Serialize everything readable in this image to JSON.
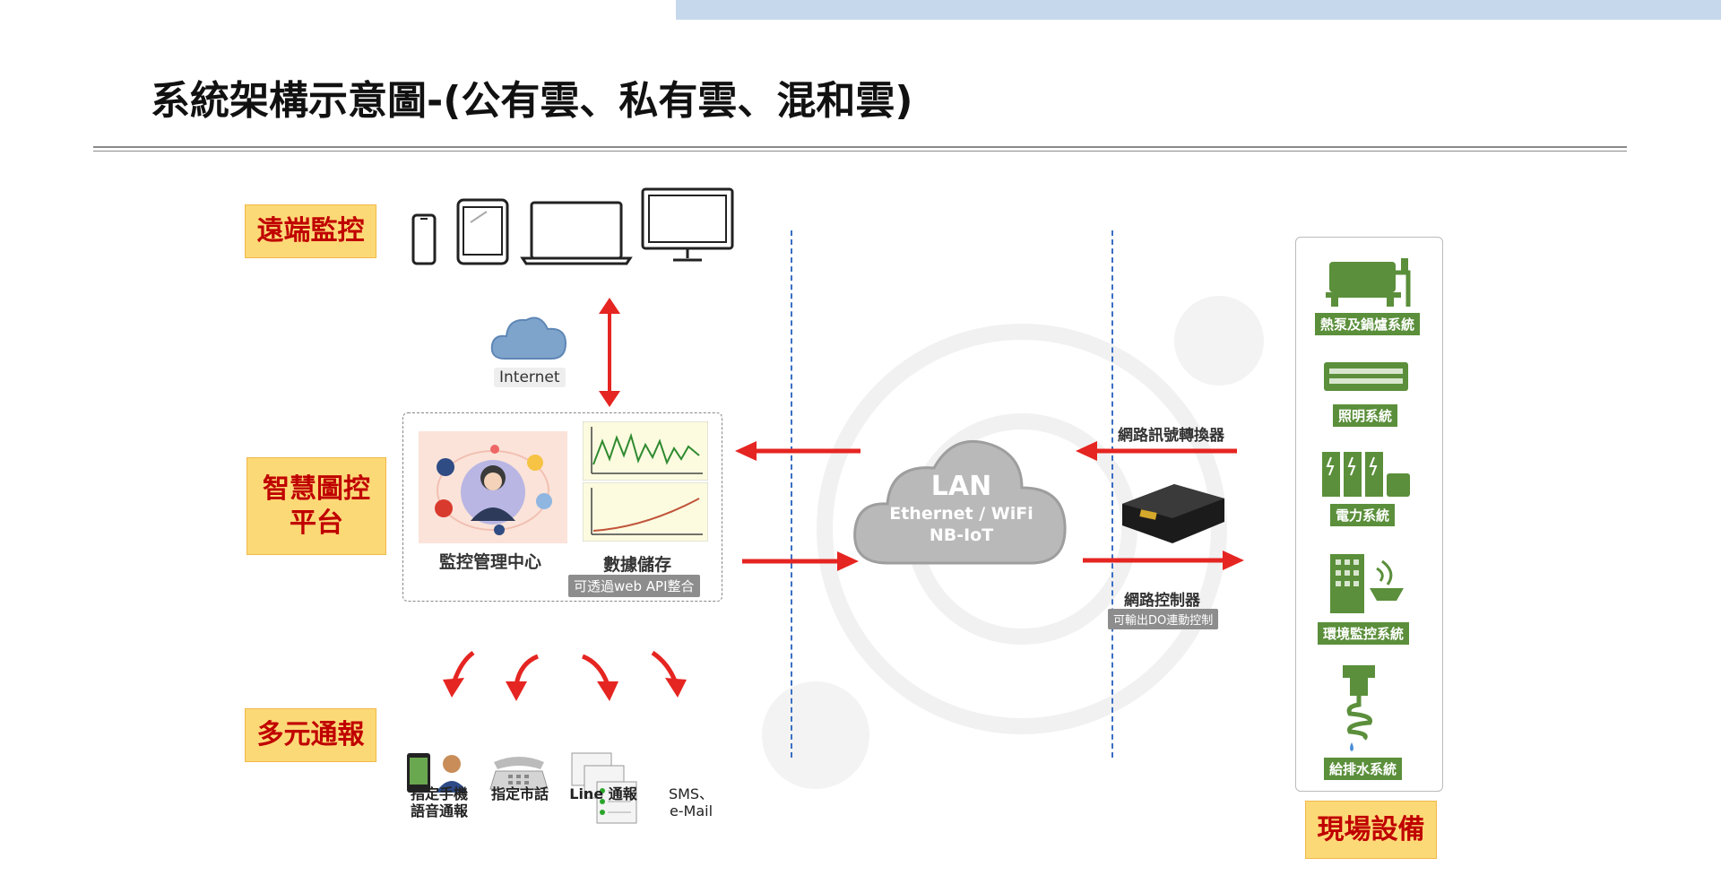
{
  "title": "系統架構示意圖-(公有雲、私有雲、混和雲)",
  "sections": {
    "remote": "遠端監控",
    "platform_line1": "智慧圖控",
    "platform_line2": "平台",
    "notify": "多元通報",
    "field": "現場設備"
  },
  "internet_label": "Internet",
  "platform": {
    "monitor_center": "監控管理中心",
    "data_storage": "數據儲存",
    "api_note": "可透過web API整合"
  },
  "lan_cloud": {
    "title": "LAN",
    "line2": "Ethernet / WiFi",
    "line3": "NB-IoT"
  },
  "network_converter": "網路訊號轉換器",
  "network_controller": "網路控制器",
  "controller_note": "可輸出DO連動控制",
  "equipment": [
    {
      "label": "熱泵及鍋爐系統",
      "icon": "boiler-icon"
    },
    {
      "label": "照明系統",
      "icon": "lighting-icon"
    },
    {
      "label": "電力系統",
      "icon": "power-icon"
    },
    {
      "label": "環境監控系統",
      "icon": "environment-icon"
    },
    {
      "label": "給排水系統",
      "icon": "water-icon"
    }
  ],
  "notification_methods": [
    {
      "line1": "指定手機",
      "line2": "語音通報"
    },
    {
      "line1": "指定市話",
      "line2": ""
    },
    {
      "line1": "Line 通報",
      "line2": ""
    },
    {
      "line1": "SMS、",
      "line2": "e-Mail"
    }
  ],
  "colors": {
    "section_bg": "#fcd977",
    "section_text": "#c00000",
    "arrow": "#e52521",
    "equipment_green": "#5b8f3b",
    "cloud_gray": "#b9b9b9",
    "dashed_line": "#3a6fc4",
    "top_bar": "#c6d9ec"
  }
}
